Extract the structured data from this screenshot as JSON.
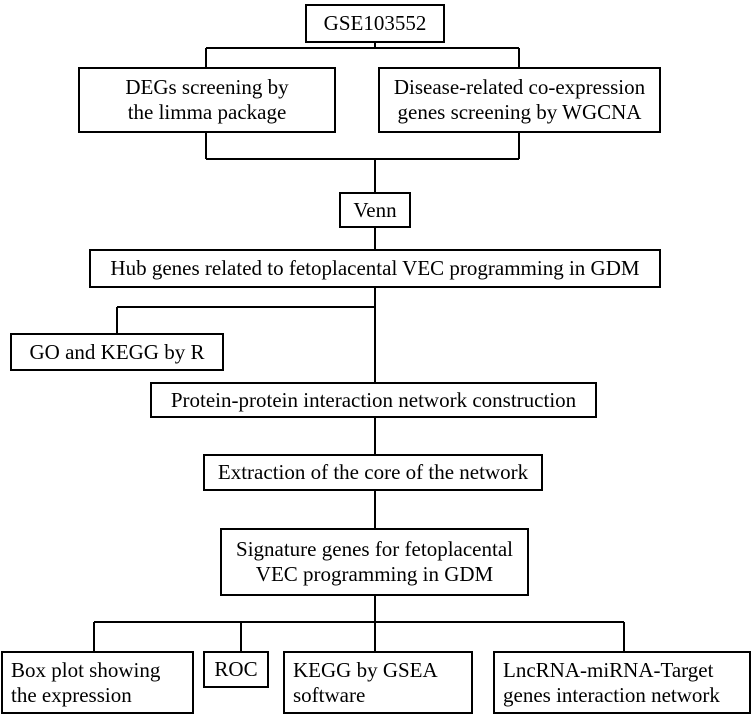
{
  "flowchart": {
    "source": "GSE103552",
    "degs": [
      "DEGs screening by",
      "the limma package"
    ],
    "wgcna": [
      "Disease-related co-expression",
      "genes screening by WGCNA"
    ],
    "venn": "Venn",
    "hub_genes": "Hub genes related to fetoplacental VEC programming in GDM",
    "go_kegg": "GO and KEGG by R",
    "ppi": "Protein-protein interaction network construction",
    "core": "Extraction of the core of the network",
    "signature": [
      "Signature genes for fetoplacental",
      "VEC programming in GDM"
    ],
    "box_plot": [
      "Box plot showing",
      "the expression"
    ],
    "roc": "ROC",
    "kegg_gsea": [
      "KEGG by GSEA",
      "software"
    ],
    "lncrna": [
      "LncRNA-miRNA-Target",
      "genes interaction network"
    ]
  }
}
